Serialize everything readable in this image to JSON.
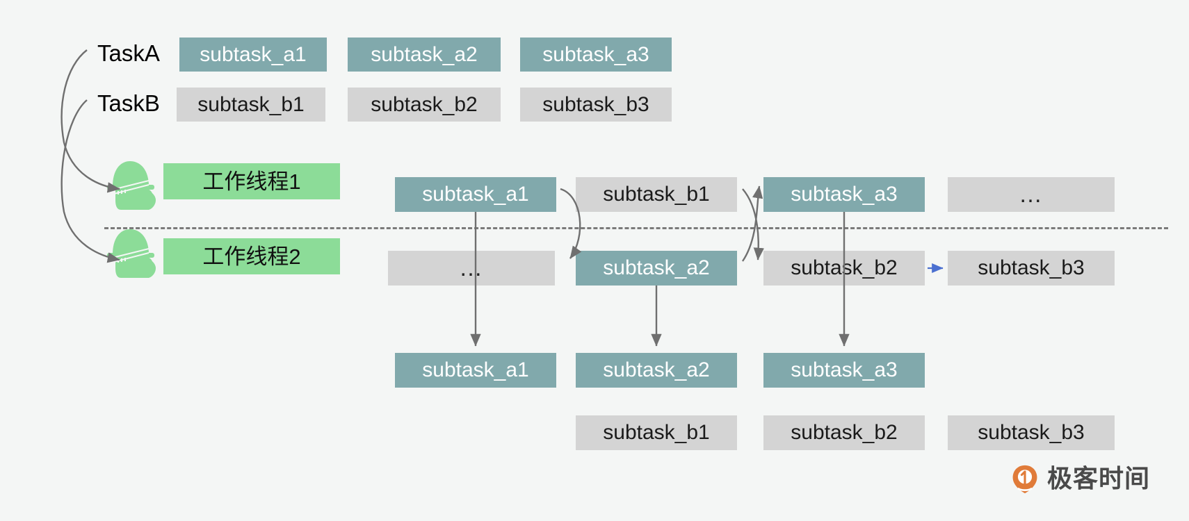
{
  "diagram": {
    "title": "Work-Stealing thread pool task distribution",
    "colors": {
      "background": "#f4f6f5",
      "teal": "#81a9ac",
      "gray": "#d4d4d4",
      "green": "#8cdc98",
      "arrow": "#6f6f6f",
      "blue_arrow": "#4a6fd0",
      "logo_orange": "#e07b39",
      "text_dark": "#1a1a1a",
      "text_light": "#ffffff"
    },
    "queue_section": {
      "task_a": {
        "label": "TaskA",
        "subtasks": [
          "subtask_a1",
          "subtask_a2",
          "subtask_a3"
        ]
      },
      "task_b": {
        "label": "TaskB",
        "subtasks": [
          "subtask_b1",
          "subtask_b2",
          "subtask_b3"
        ]
      }
    },
    "threads": [
      {
        "name": "worker-thread-1",
        "label": "工作线程1",
        "icon": "worker-helmet-icon",
        "queue": [
          {
            "text": "subtask_a1",
            "style": "teal"
          },
          {
            "text": "subtask_b1",
            "style": "gray"
          },
          {
            "text": "subtask_a3",
            "style": "teal"
          },
          {
            "text": "…",
            "style": "gray"
          }
        ]
      },
      {
        "name": "worker-thread-2",
        "label": "工作线程2",
        "icon": "worker-helmet-icon",
        "queue": [
          {
            "text": "…",
            "style": "gray"
          },
          {
            "text": "subtask_a2",
            "style": "teal"
          },
          {
            "text": "subtask_b2",
            "style": "gray"
          },
          {
            "text": "subtask_b3",
            "style": "gray"
          }
        ]
      }
    ],
    "results": {
      "row_a": [
        "subtask_a1",
        "subtask_a2",
        "subtask_a3"
      ],
      "row_b": [
        "subtask_b1",
        "subtask_b2",
        "subtask_b3"
      ]
    },
    "logo": {
      "text": "极客时间",
      "mark": "geektime-logo-icon"
    }
  }
}
